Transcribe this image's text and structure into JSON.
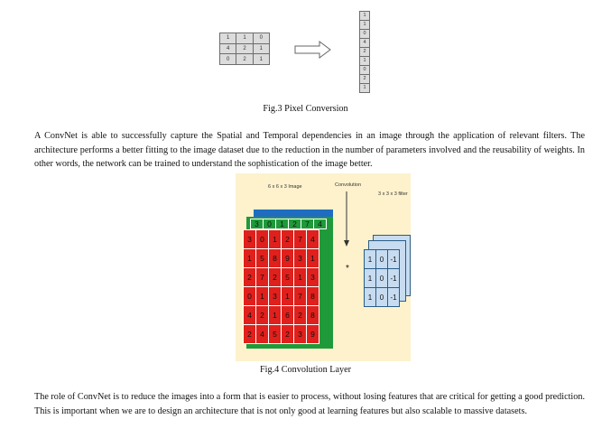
{
  "figure3": {
    "matrix": [
      [
        "1",
        "1",
        "0"
      ],
      [
        "4",
        "2",
        "1"
      ],
      [
        "0",
        "2",
        "1"
      ]
    ],
    "flattened": [
      "1",
      "1",
      "0",
      "4",
      "2",
      "1",
      "0",
      "2",
      "1"
    ],
    "caption": "Fig.3 Pixel Conversion"
  },
  "paragraph1": "A ConvNet is able to successfully capture the Spatial and Temporal dependencies in an image through the application of relevant filters. The architecture performs a better fitting to the image dataset due to the reduction in the number of parameters involved and the reusability of weights. In other words, the network can be trained to understand the sophistication of the image better.",
  "figure4": {
    "image_label": "6 x 6 x 3 Image",
    "convolution_label": "Convolution",
    "filter_label": "3 x 3 x 3 filter",
    "operator": "*",
    "red_grid": [
      [
        "3",
        "0",
        "1",
        "2",
        "7",
        "4"
      ],
      [
        "1",
        "5",
        "8",
        "9",
        "3",
        "1"
      ],
      [
        "2",
        "7",
        "2",
        "5",
        "1",
        "3"
      ],
      [
        "0",
        "1",
        "3",
        "1",
        "7",
        "8"
      ],
      [
        "4",
        "2",
        "1",
        "6",
        "2",
        "8"
      ],
      [
        "2",
        "4",
        "5",
        "2",
        "3",
        "9"
      ]
    ],
    "green_top_row": [
      "3",
      "0",
      "1",
      "2",
      "7",
      "4"
    ],
    "filter": [
      [
        "1",
        "0",
        "-1"
      ],
      [
        "1",
        "0",
        "-1"
      ],
      [
        "1",
        "0",
        "-1"
      ]
    ],
    "colors": {
      "red": "#e0201c",
      "green": "#1f9a3a",
      "blue": "#1f6cc0",
      "filter": "#c7dcf0",
      "background": "#fdf2cc"
    },
    "caption": "Fig.4 Convolution Layer"
  },
  "paragraph2": "The role of ConvNet is to reduce the images into a form that is easier to process, without losing features that are critical for getting a good prediction. This is important when we are to design an architecture that is not only good at learning features but also scalable to massive datasets."
}
